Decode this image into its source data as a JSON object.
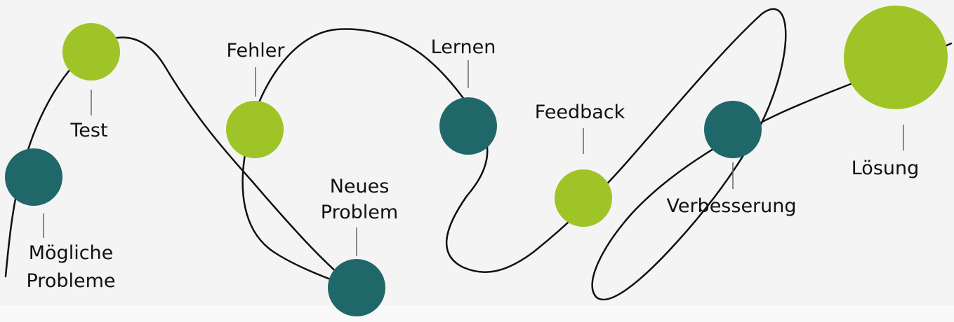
{
  "colors": {
    "dark_node": "#20676a",
    "light_node": "#9fc427",
    "path": "#111111",
    "background": "#f4f4f4"
  },
  "steps": [
    {
      "id": "moegliche-probleme",
      "line1": "Mögliche",
      "line2": "Probleme",
      "color": "dark"
    },
    {
      "id": "test",
      "line1": "Test",
      "line2": "",
      "color": "light"
    },
    {
      "id": "fehler",
      "line1": "Fehler",
      "line2": "",
      "color": "light"
    },
    {
      "id": "neues-problem",
      "line1": "Neues",
      "line2": "Problem",
      "color": "dark"
    },
    {
      "id": "lernen",
      "line1": "Lernen",
      "line2": "",
      "color": "dark"
    },
    {
      "id": "feedback",
      "line1": "Feedback",
      "line2": "",
      "color": "light"
    },
    {
      "id": "verbesserung",
      "line1": "Verbesserung",
      "line2": "",
      "color": "dark"
    },
    {
      "id": "loesung",
      "line1": "Lösung",
      "line2": "",
      "color": "light"
    }
  ]
}
